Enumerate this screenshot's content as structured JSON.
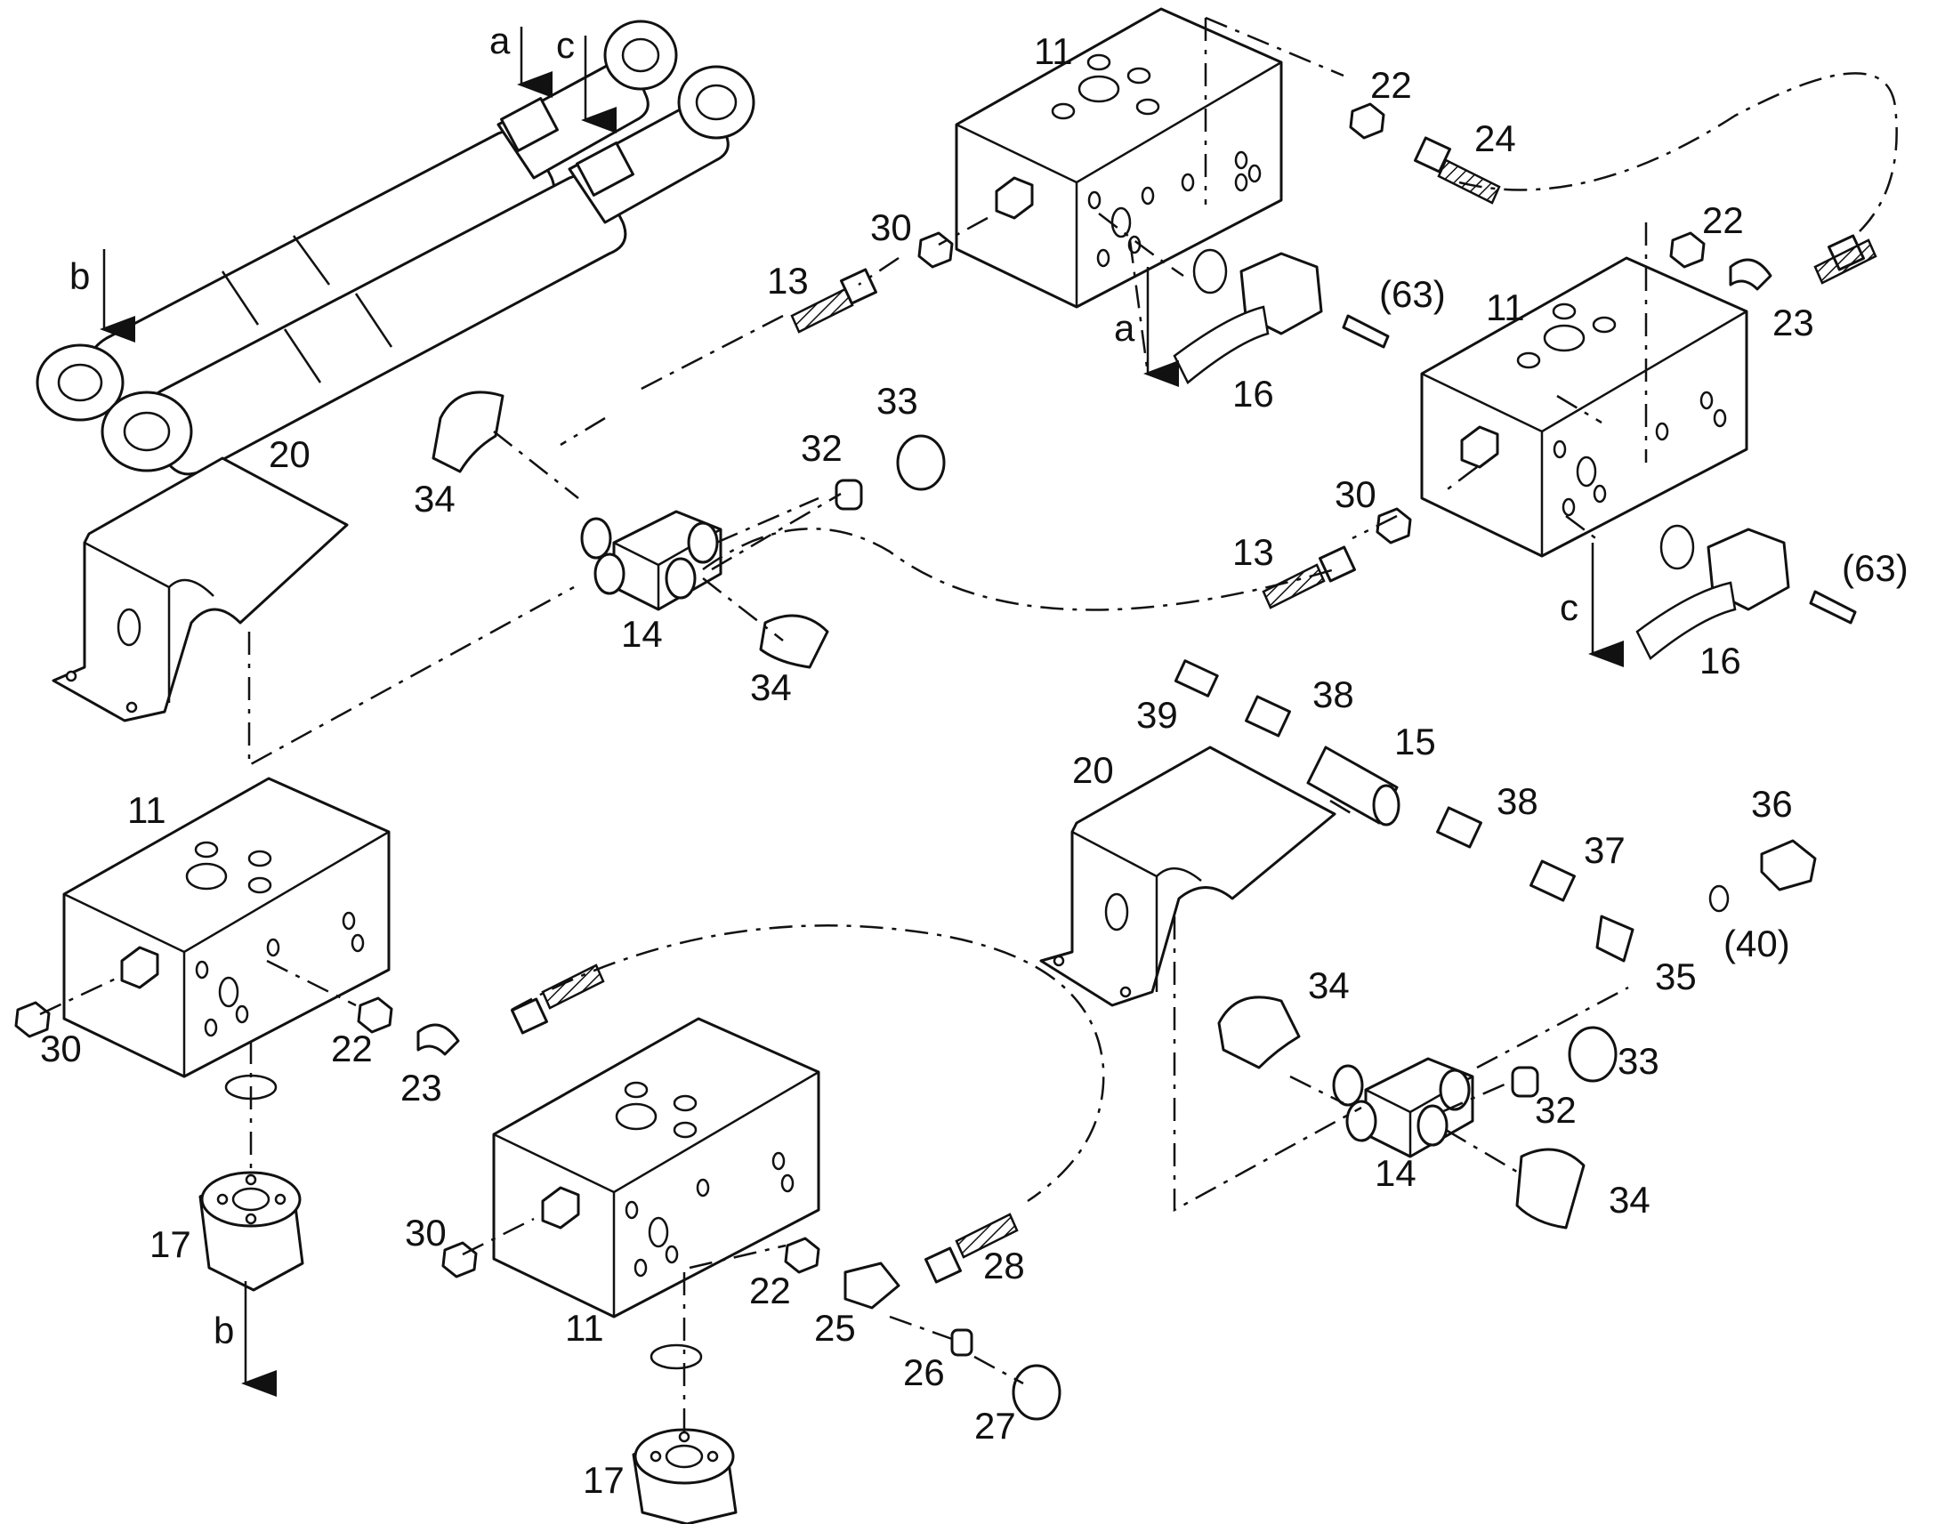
{
  "diagram": {
    "type": "exploded-parts-diagram",
    "subject": "hydraulic cylinder valve blocks with fittings and hoses",
    "labels": {
      "p11": "11",
      "p13": "13",
      "p14": "14",
      "p15": "15",
      "p16": "16",
      "p17": "17",
      "p20": "20",
      "p22": "22",
      "p23": "23",
      "p24": "24",
      "p25": "25",
      "p26": "26",
      "p27": "27",
      "p28": "28",
      "p30": "30",
      "p32": "32",
      "p33": "33",
      "p34": "34",
      "p35": "35",
      "p36": "36",
      "p37": "37",
      "p38": "38",
      "p39": "39",
      "p40": "(40)",
      "p63": "(63)",
      "a": "a",
      "b": "b",
      "c": "c"
    }
  }
}
